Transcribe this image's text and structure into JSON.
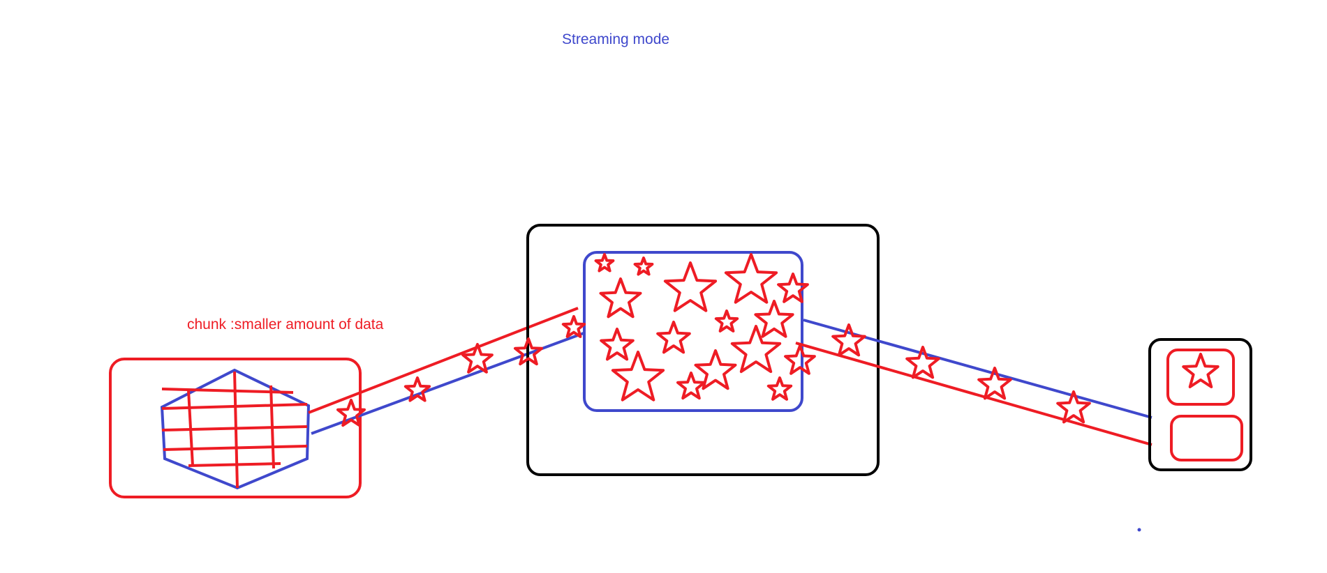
{
  "title": "Streaming mode",
  "chunk_label": "chunk :smaller amount of data",
  "colors": {
    "red": "#ee1c24",
    "blue": "#3f48cc",
    "black": "#000000",
    "background": "#ffffff"
  },
  "elements": {
    "source": "data-source-box",
    "processor": "processing-box",
    "destination": "destination-device"
  }
}
